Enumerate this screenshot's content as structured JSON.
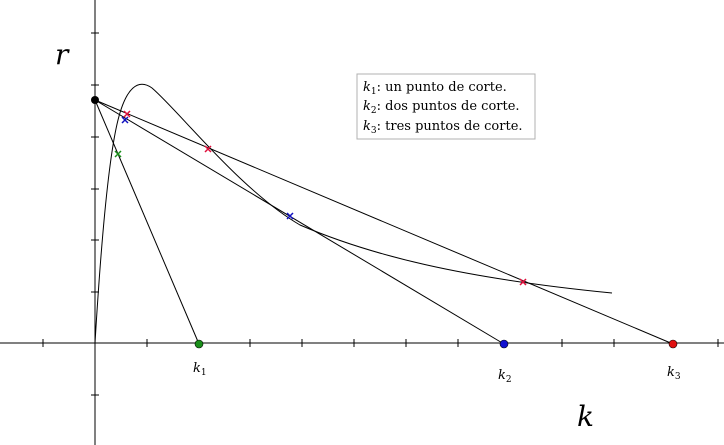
{
  "axes": {
    "y_label": "r",
    "x_label": "k"
  },
  "legend": {
    "entries": [
      {
        "var": "k",
        "sub": "1",
        "text": ": un punto de corte."
      },
      {
        "var": "k",
        "sub": "2",
        "text": ": dos puntos de corte."
      },
      {
        "var": "k",
        "sub": "3",
        "text": ":  tres puntos de corte."
      }
    ]
  },
  "points": [
    {
      "var": "k",
      "sub": "1",
      "color": "#1a8f1a"
    },
    {
      "var": "k",
      "sub": "2",
      "color": "#1010d0"
    },
    {
      "var": "k",
      "sub": "3",
      "color": "#e01010"
    }
  ],
  "colors": {
    "curve": "#000000",
    "cross_red": "#e0103c",
    "cross_blue": "#1010c0",
    "cross_green": "#1a8f1a"
  }
}
